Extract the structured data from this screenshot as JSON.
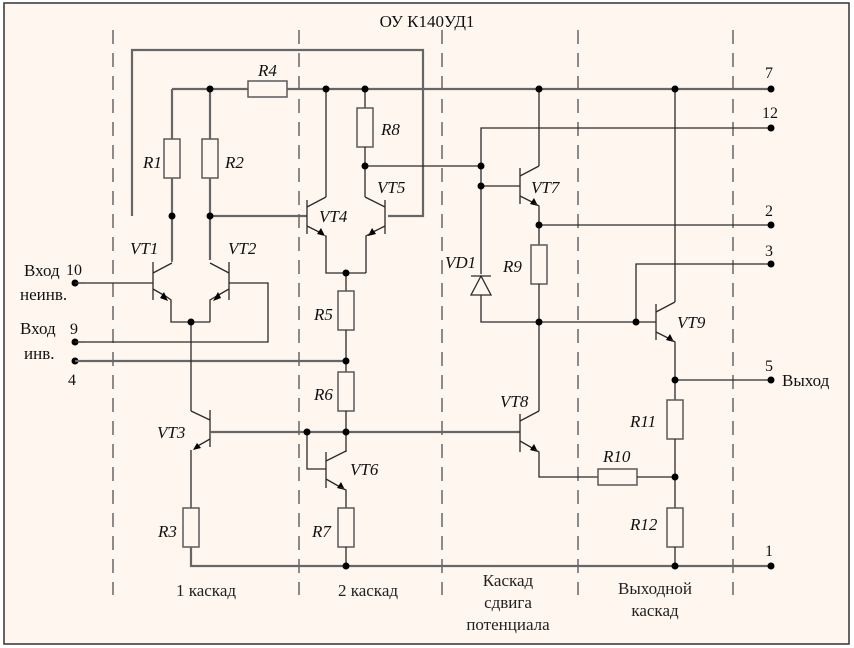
{
  "title": "ОУ К140УД1",
  "colors": {
    "background": "#fff6f0",
    "border": "#333333",
    "wire": "#2a2a2a",
    "bus": "#666666"
  },
  "stages": [
    {
      "id": "stage1",
      "label_lines": [
        "1 каскад"
      ]
    },
    {
      "id": "stage2",
      "label_lines": [
        "2 каскад"
      ]
    },
    {
      "id": "stage3",
      "label_lines": [
        "Каскад",
        "сдвига",
        "потенциала"
      ]
    },
    {
      "id": "stage4",
      "label_lines": [
        "Выходной",
        "каскад"
      ]
    }
  ],
  "pins": {
    "p7": "7",
    "p12": "12",
    "p2": "2",
    "p3": "3",
    "p5": "5",
    "p1": "1",
    "p10": "10",
    "p9": "9",
    "p4": "4"
  },
  "io_labels": {
    "noninv_in_1": "Вход",
    "noninv_in_2": "неинв.",
    "inv_in_1": "Вход",
    "inv_in_2": "инв.",
    "output": "Выход"
  },
  "resistors": {
    "R1": "R1",
    "R2": "R2",
    "R3": "R3",
    "R4": "R4",
    "R5": "R5",
    "R6": "R6",
    "R7": "R7",
    "R8": "R8",
    "R9": "R9",
    "R10": "R10",
    "R11": "R11",
    "R12": "R12"
  },
  "transistors": {
    "VT1": "VT1",
    "VT2": "VT2",
    "VT3": "VT3",
    "VT4": "VT4",
    "VT5": "VT5",
    "VT6": "VT6",
    "VT7": "VT7",
    "VT8": "VT8",
    "VT9": "VT9"
  },
  "diodes": {
    "VD1": "VD1"
  }
}
